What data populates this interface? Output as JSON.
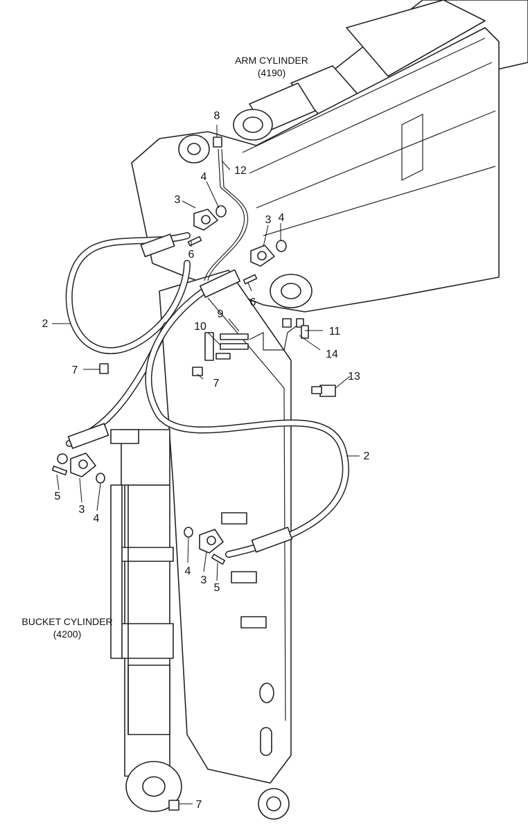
{
  "titles": {
    "arm_name": "ARM CYLINDER",
    "arm_code": "(4190)",
    "bucket_name": "BUCKET CYLINDER",
    "bucket_code": "(4200)"
  },
  "callouts": [
    "8",
    "12",
    "4",
    "3",
    "6",
    "3",
    "4",
    "6",
    "2",
    "9",
    "10",
    "11",
    "14",
    "7",
    "7",
    "13",
    "2",
    "5",
    "3",
    "4",
    "4",
    "3",
    "5",
    "7"
  ]
}
